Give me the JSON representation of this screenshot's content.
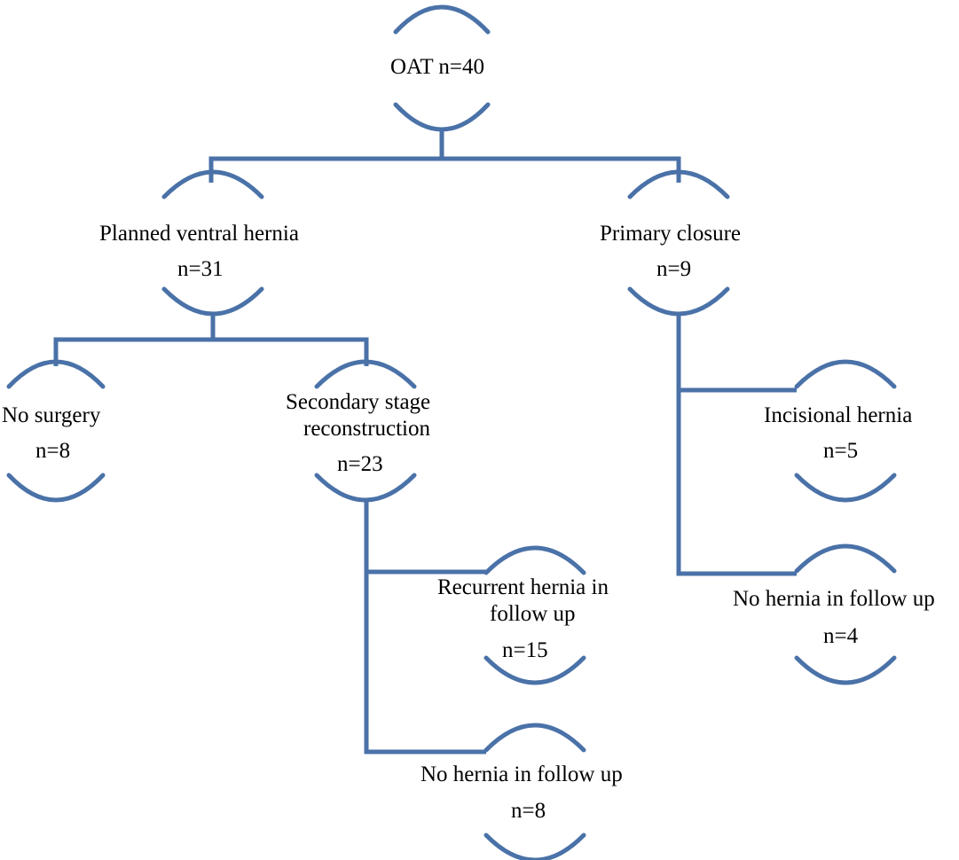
{
  "colors": {
    "stroke": "#4a72a8",
    "text": "#000000",
    "background": "#ffffff"
  },
  "nodes": {
    "oat": {
      "title": "OAT n=40"
    },
    "planned": {
      "title": "Planned ventral hernia",
      "count": "n=31"
    },
    "primary": {
      "title": "Primary closure",
      "count": "n=9"
    },
    "no_surgery": {
      "title": "No surgery",
      "count": "n=8"
    },
    "secondary": {
      "title_line1": "Secondary stage",
      "title_line2": "reconstruction",
      "count": "n=23"
    },
    "incisional": {
      "title": "Incisional hernia",
      "count": "n=5"
    },
    "no_hernia_pc": {
      "title": "No hernia in follow up",
      "count": "n=4"
    },
    "recurrent": {
      "title_line1": "Recurrent hernia in",
      "title_line2": "follow up",
      "count": "n=15"
    },
    "no_hernia_sr": {
      "title": "No hernia in follow up",
      "count": "n=8"
    }
  }
}
